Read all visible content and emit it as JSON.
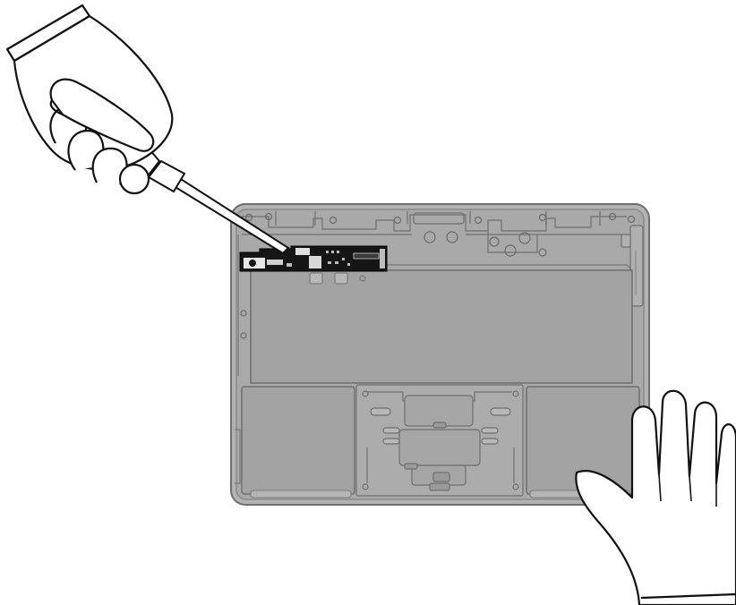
{
  "scene": {
    "subject": "laptop-bottom-case-interior",
    "tool": "screwdriver",
    "highlighted_part": "circuit-board"
  },
  "colors": {
    "case_fill": "#a8a8a8",
    "case_stroke": "#6f6f6f",
    "board_fill": "#161616",
    "glove_fill": "#ffffff",
    "outline": "#111111"
  }
}
